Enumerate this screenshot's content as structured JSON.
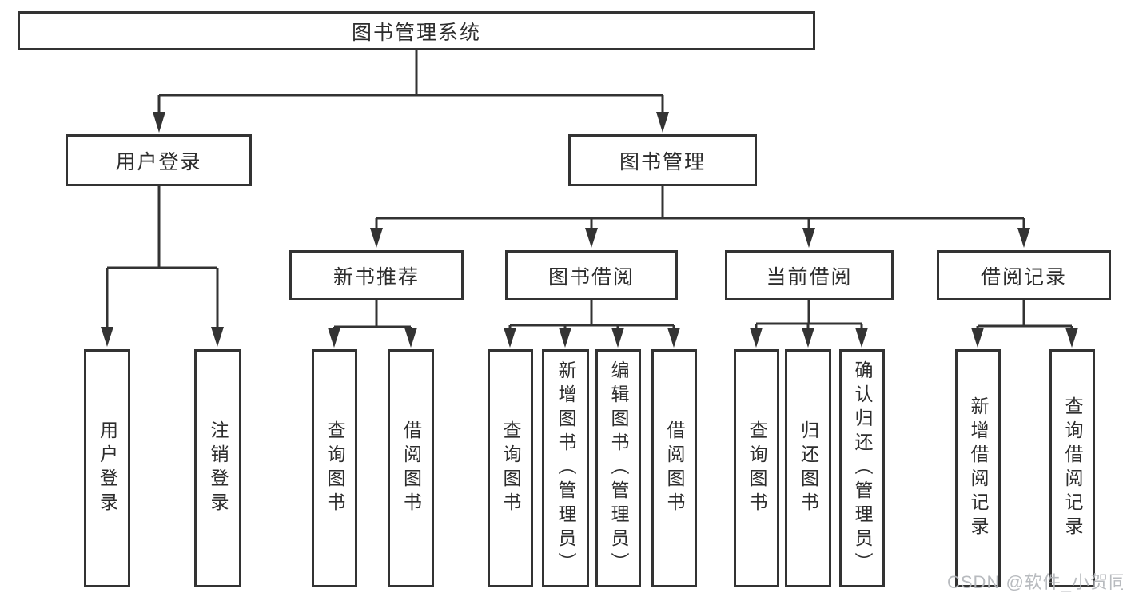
{
  "diagram": {
    "root": {
      "label": "图书管理系统"
    },
    "level2": [
      {
        "label": "用户登录"
      },
      {
        "label": "图书管理"
      }
    ],
    "level3": [
      {
        "label": "新书推荐"
      },
      {
        "label": "图书借阅"
      },
      {
        "label": "当前借阅"
      },
      {
        "label": "借阅记录"
      }
    ],
    "leaves": {
      "user_login": [
        "用户登录",
        "注销登录"
      ],
      "new_books": [
        "查询图书",
        "借阅图书"
      ],
      "book_borrow": [
        "查询图书",
        "新增图书（管理员）",
        "编辑图书（管理员）",
        "借阅图书"
      ],
      "current_borrow": [
        "查询图书",
        "归还图书",
        "确认归还（管理员）"
      ],
      "borrow_records": [
        "新增借阅记录",
        "查询借阅记录"
      ]
    }
  },
  "colors": {
    "line": "#333333",
    "text": "#2d2d2d",
    "watermark": "#b3b6ba",
    "background": "#ffffff"
  },
  "watermark": {
    "text": "CSDN @软件_小贺同学"
  }
}
